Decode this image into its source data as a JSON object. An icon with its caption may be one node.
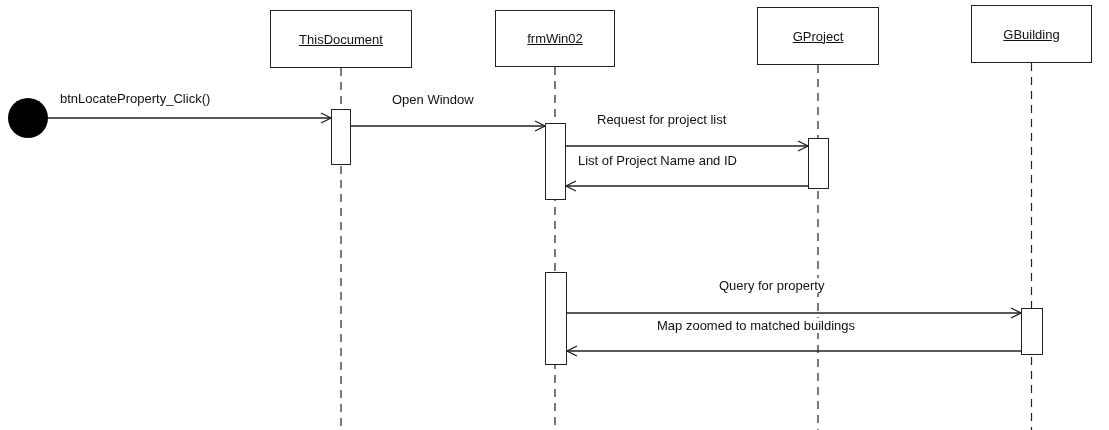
{
  "diagram": {
    "nodes": [
      {
        "text": [],
        "shape": "circle"
      },
      {
        "text": [
          "ThisDocument"
        ]
      },
      {
        "text": [
          "frmWin02"
        ]
      },
      {
        "text": [
          "GProject"
        ]
      },
      {
        "text": [
          "GBuilding"
        ]
      },
      {
        "text": [],
        "shape": "bar"
      },
      {
        "text": [],
        "shape": "bar"
      },
      {
        "text": [],
        "shape": "bar"
      },
      {
        "text": [],
        "shape": "bar"
      },
      {
        "text": [],
        "shape": "bar"
      }
    ],
    "edges": [
      {
        "from": 0,
        "to": 5,
        "arrow": "to",
        "label": "btnLocateProperty_Click()"
      },
      {
        "from": 5,
        "to": 6,
        "arrow": "to",
        "label": "Open Window"
      },
      {
        "from": 6,
        "to": 7,
        "arrow": "to",
        "label": "Request for project list"
      },
      {
        "from": 7,
        "to": 6,
        "arrow": "to",
        "label": "List of Project Name and ID"
      },
      {
        "from": 8,
        "to": 9,
        "arrow": "to",
        "label": "Query for property"
      },
      {
        "from": 9,
        "to": 8,
        "arrow": "to",
        "label": "Map zoomed to matched buildings"
      }
    ]
  }
}
